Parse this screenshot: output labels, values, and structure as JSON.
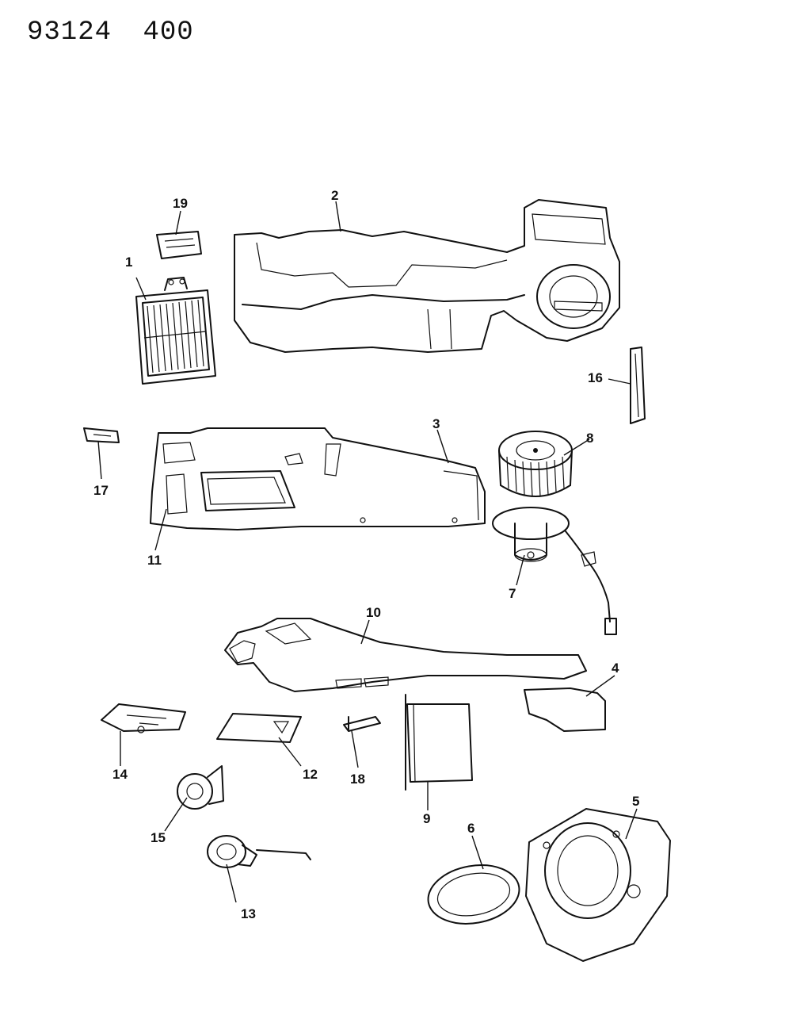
{
  "header": {
    "code": "93124",
    "page": "400"
  },
  "callouts": {
    "c1": "1",
    "c2": "2",
    "c3": "3",
    "c4": "4",
    "c5": "5",
    "c6": "6",
    "c7": "7",
    "c8": "8",
    "c9": "9",
    "c10": "10",
    "c11": "11",
    "c12": "12",
    "c13": "13",
    "c14": "14",
    "c15": "15",
    "c16": "16",
    "c17": "17",
    "c18": "18",
    "c19": "19"
  }
}
